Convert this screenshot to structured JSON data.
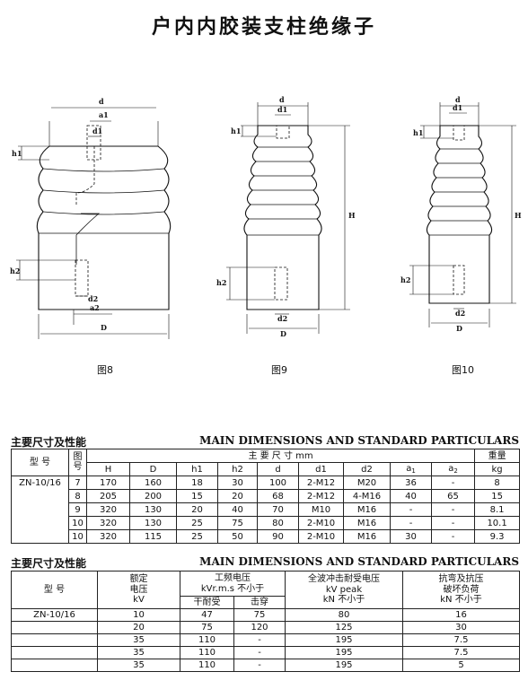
{
  "title": "户内内胶装支柱绝缘子",
  "figures": [
    {
      "label": "图8"
    },
    {
      "label": "图9"
    },
    {
      "label": "图10"
    }
  ],
  "dim_labels": {
    "d": "d",
    "a1": "a1",
    "d1": "d1",
    "h1": "h1",
    "h2": "h2",
    "d2": "d2",
    "a2": "a2",
    "D": "D",
    "H": "H"
  },
  "section_cn": "主要尺寸及性能",
  "section_en": "MAIN DIMENSIONS AND STANDARD PARTICULARS",
  "table1": {
    "h_type": "型 号",
    "h_fig": "图号",
    "h_main": "主 要 尺 寸 mm",
    "h_weight": "重量",
    "cols": [
      "H",
      "D",
      "h1",
      "h2",
      "d",
      "d1",
      "d2",
      "a",
      "a"
    ],
    "col_subs": [
      "",
      "",
      "",
      "",
      "",
      "",
      "",
      "1",
      "2"
    ],
    "weight_unit": "kg",
    "model": "ZN-10/16",
    "rows": [
      [
        "7",
        "170",
        "160",
        "18",
        "30",
        "100",
        "2-M12",
        "M20",
        "36",
        "-",
        "8"
      ],
      [
        "8",
        "205",
        "200",
        "15",
        "20",
        "68",
        "2-M12",
        "4-M16",
        "40",
        "65",
        "15"
      ],
      [
        "9",
        "320",
        "130",
        "20",
        "40",
        "70",
        "M10",
        "M16",
        "-",
        "-",
        "8.1"
      ],
      [
        "10",
        "320",
        "130",
        "25",
        "75",
        "80",
        "2-M10",
        "M16",
        "-",
        "-",
        "10.1"
      ],
      [
        "10",
        "320",
        "115",
        "25",
        "50",
        "90",
        "2-M10",
        "M16",
        "30",
        "-",
        "9.3"
      ]
    ]
  },
  "table2": {
    "h_type": "型 号",
    "h_rated": "额定\n电压\nkV",
    "h_pf": "工频电压\nkVr.m.s  不小于",
    "h_dry": "干耐受",
    "h_punct": "击穿",
    "h_imp": "全波冲击耐受电压\nkV peak\nkN  不小于",
    "h_bend": "抗弯及抗压\n破坏负荷\nkN  不小于",
    "model": "ZN-10/16",
    "rows": [
      [
        "10",
        "47",
        "75",
        "80",
        "16"
      ],
      [
        "20",
        "75",
        "120",
        "125",
        "30"
      ],
      [
        "35",
        "110",
        "-",
        "195",
        "7.5"
      ],
      [
        "35",
        "110",
        "-",
        "195",
        "7.5"
      ],
      [
        "35",
        "110",
        "-",
        "195",
        "5"
      ]
    ]
  }
}
